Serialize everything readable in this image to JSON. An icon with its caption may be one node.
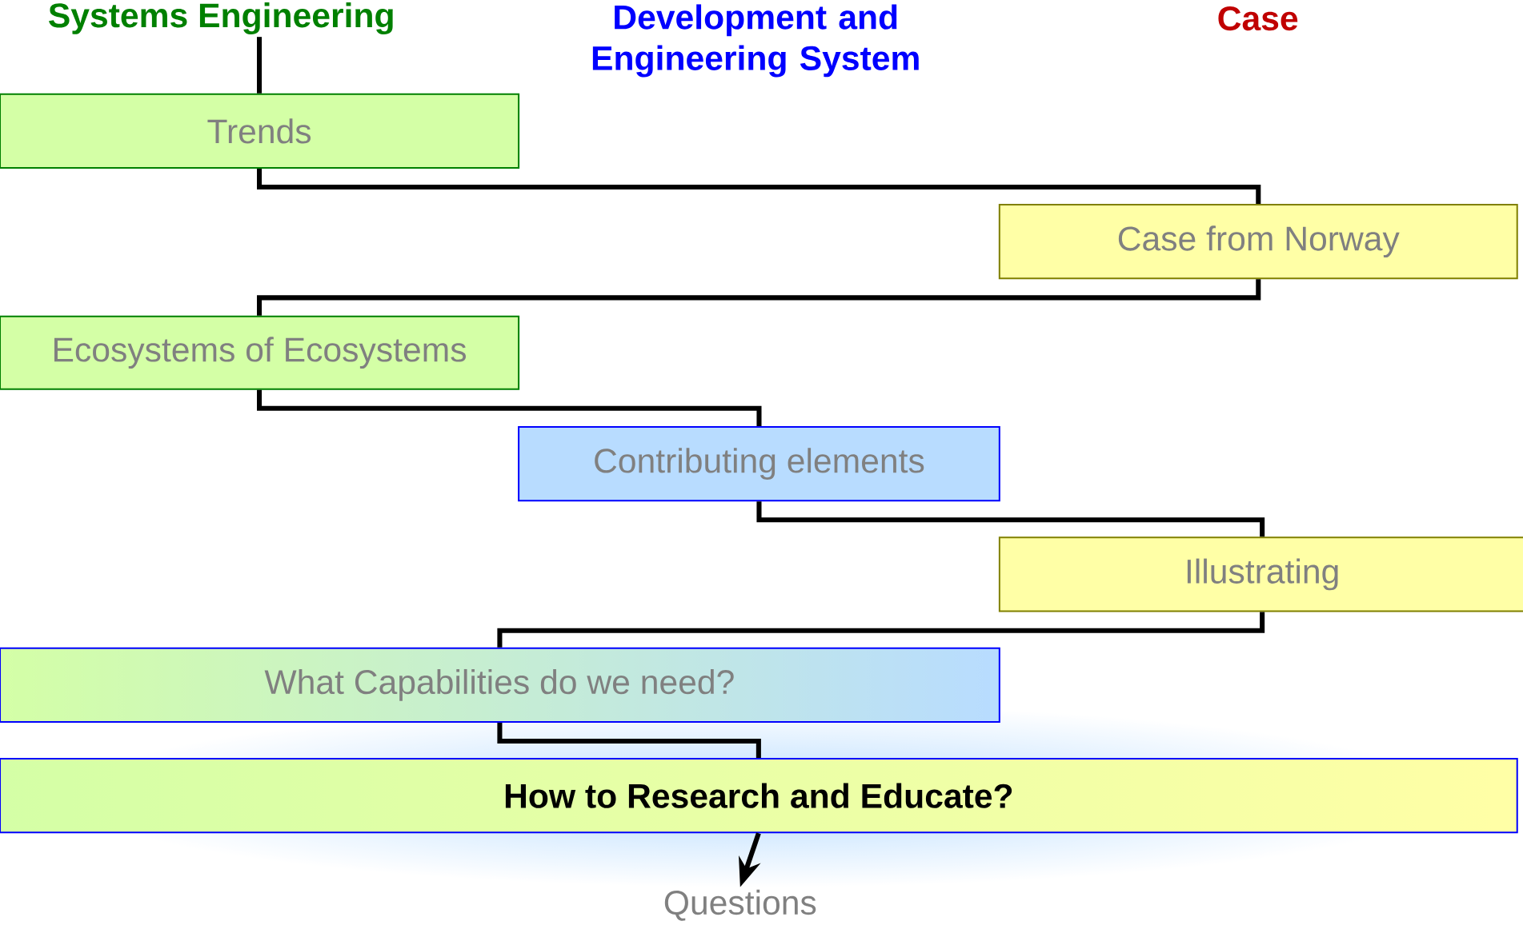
{
  "diagram": {
    "nodes": [
      {
        "text": [
          "Systems Engineering"
        ]
      },
      {
        "text": [
          "Trends"
        ]
      },
      {
        "text": [
          "Case from Norway"
        ]
      },
      {
        "text": [
          "Ecosystems of Ecosystems"
        ]
      },
      {
        "text": [
          "Contributing elements"
        ]
      },
      {
        "text": [
          "Illustrating"
        ]
      },
      {
        "text": [
          "What Capabilities do we need?"
        ]
      },
      {
        "text": [
          "How to Research and Educate?"
        ]
      },
      {
        "text": [
          "Questions"
        ]
      }
    ],
    "edges": [
      {
        "from": 0,
        "to": 1,
        "arrow": "none"
      },
      {
        "from": 1,
        "to": 2,
        "arrow": "none"
      },
      {
        "from": 2,
        "to": 3,
        "arrow": "none"
      },
      {
        "from": 3,
        "to": 4,
        "arrow": "none"
      },
      {
        "from": 4,
        "to": 5,
        "arrow": "none"
      },
      {
        "from": 5,
        "to": 6,
        "arrow": "none"
      },
      {
        "from": 6,
        "to": 7,
        "arrow": "none"
      },
      {
        "from": 7,
        "to": 8,
        "arrow": "to"
      }
    ],
    "labels": [
      "Development and Engineering System",
      "Case"
    ]
  }
}
